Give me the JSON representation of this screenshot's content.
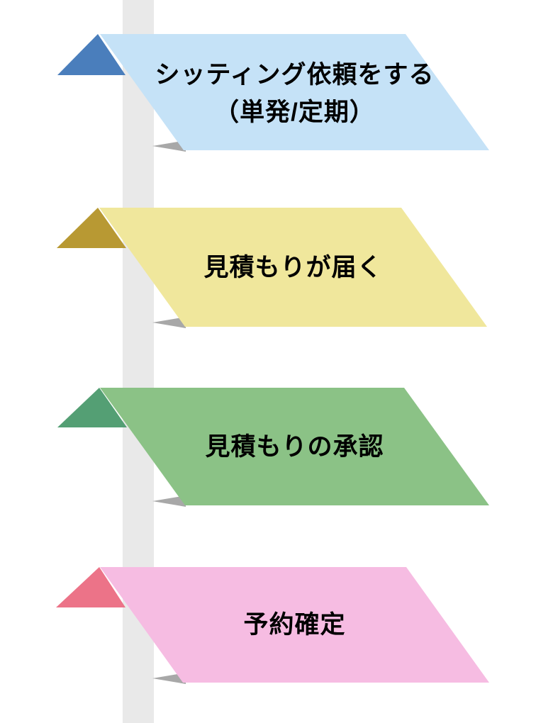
{
  "background_color": "#ffffff",
  "text_color": "#000000",
  "timeline_bar_color": "#e9e9e9",
  "shadow_color": "#a8a8a8",
  "steps": [
    {
      "label_lines": [
        "シッティング依頼をする",
        "（単発/定期）"
      ],
      "fill": "#c5e2f7",
      "fold_fill": "#4a7ebc"
    },
    {
      "label_lines": [
        "見積もりが届く"
      ],
      "fill": "#f0e79c",
      "fold_fill": "#b89933"
    },
    {
      "label_lines": [
        "見積もりの承認"
      ],
      "fill": "#8bc286",
      "fold_fill": "#549f74"
    },
    {
      "label_lines": [
        "予約確定"
      ],
      "fill": "#f6bce2",
      "fold_fill": "#ec7388"
    }
  ]
}
